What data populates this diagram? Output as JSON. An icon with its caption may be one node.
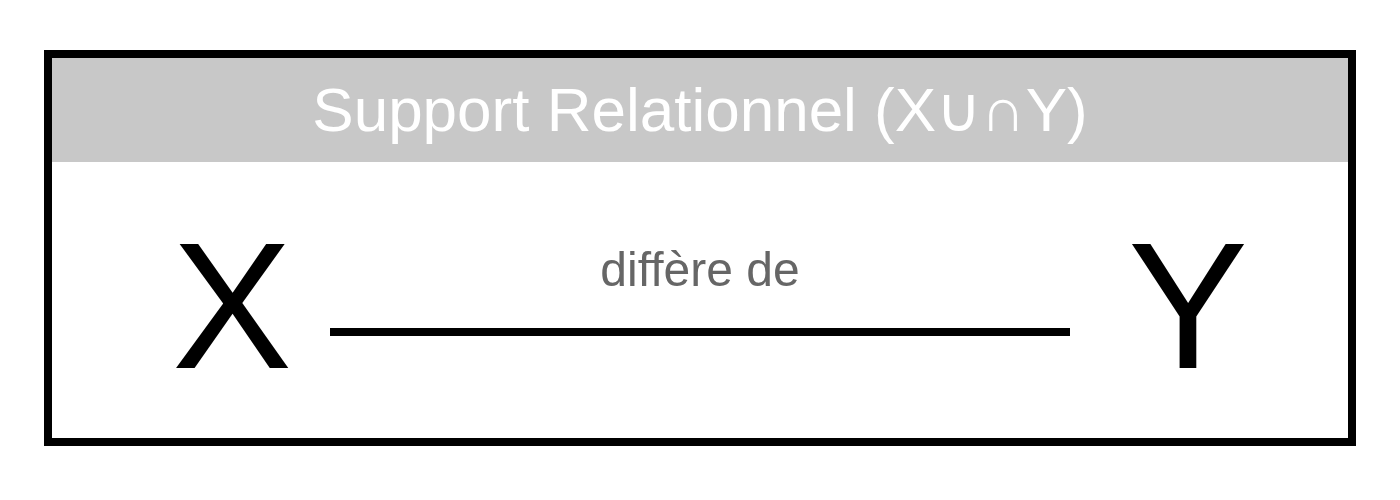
{
  "diagram": {
    "nodes": [
      {
        "text": [
          "Support Relationnel (X∪∩Y)"
        ]
      },
      {
        "text": [
          "X"
        ],
        "in": 0
      },
      {
        "text": [
          "Y"
        ],
        "in": 0
      }
    ],
    "edges": [
      {
        "from": 1,
        "to": 2,
        "arrow": "none",
        "label": "diffère de"
      }
    ]
  }
}
